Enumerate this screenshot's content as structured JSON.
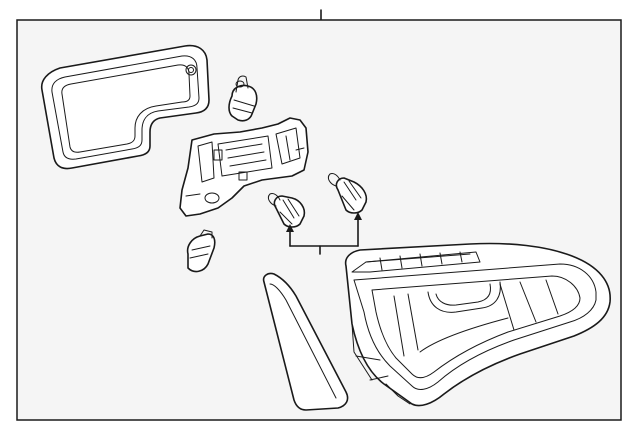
{
  "diagram": {
    "background_color": "#f5f5f5",
    "line_color": "#1a1a1a",
    "parts": [
      {
        "id": "lamp-housing-cover",
        "icon": "housing-cover-outline"
      },
      {
        "id": "bulb-socket-top",
        "icon": "socket-icon"
      },
      {
        "id": "bulb-holder-plate",
        "icon": "bulb-holder-icon"
      },
      {
        "id": "bulb-left",
        "icon": "bulb-icon"
      },
      {
        "id": "bulb-right",
        "icon": "bulb-icon"
      },
      {
        "id": "bulb-small",
        "icon": "bulb-icon"
      },
      {
        "id": "reflector-strip",
        "icon": "strip-icon"
      },
      {
        "id": "tail-lamp-assembly",
        "icon": "lamp-assembly-icon"
      }
    ]
  }
}
